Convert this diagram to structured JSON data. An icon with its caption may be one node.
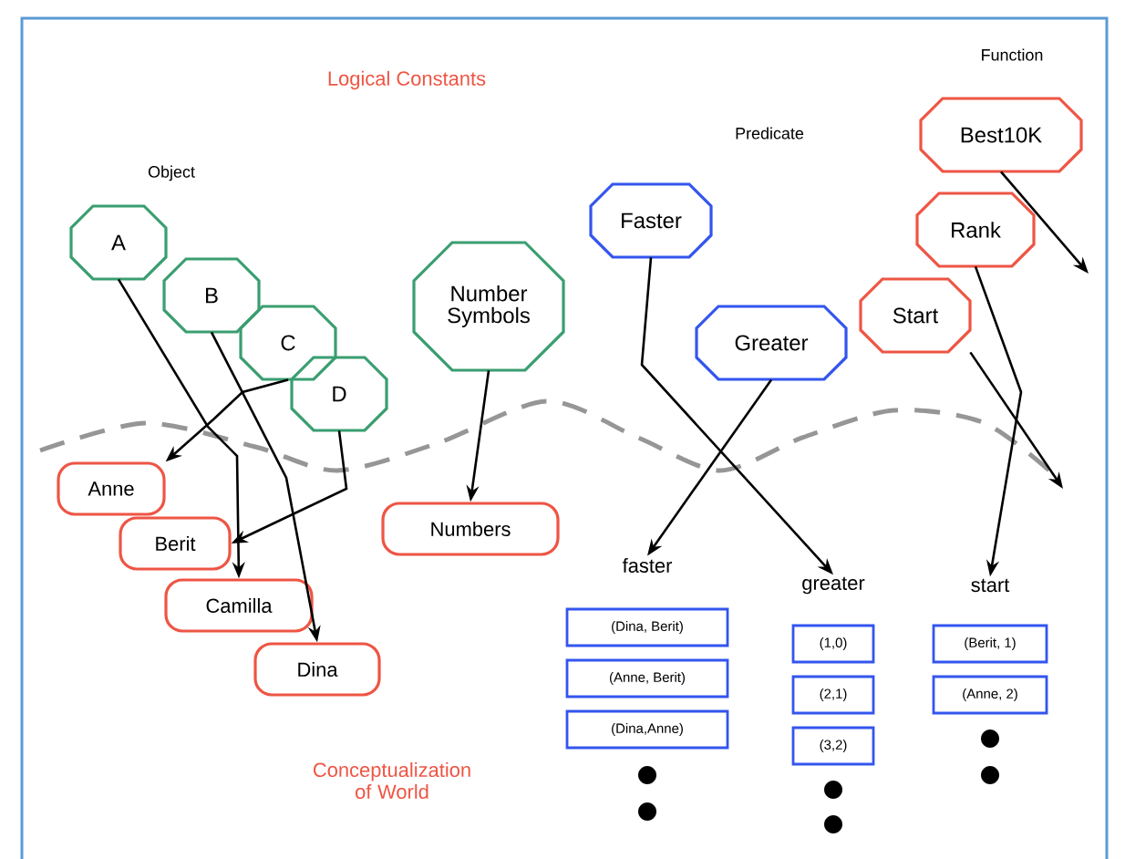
{
  "diagram": {
    "nodes": [
      {
        "text": [
          "A"
        ]
      },
      {
        "text": [
          "B"
        ]
      },
      {
        "text": [
          "C"
        ]
      },
      {
        "text": [
          "D"
        ]
      },
      {
        "text": [
          "Number Symbols"
        ]
      },
      {
        "text": [
          "Faster"
        ]
      },
      {
        "text": [
          "Greater"
        ]
      },
      {
        "text": [
          "Best10K"
        ]
      },
      {
        "text": [
          "Rank"
        ]
      },
      {
        "text": [
          "Start"
        ]
      },
      {
        "text": [
          "Anne"
        ]
      },
      {
        "text": [
          "Berit"
        ]
      },
      {
        "text": [
          "Camilla"
        ]
      },
      {
        "text": [
          "Dina"
        ]
      },
      {
        "text": [
          "Numbers"
        ]
      },
      {
        "text": [
          "faster"
        ]
      },
      {
        "text": [
          "greater"
        ]
      },
      {
        "text": [
          "start"
        ]
      },
      {
        "text": [
          "(Dina, Berit)"
        ]
      },
      {
        "text": [
          "(Anne, Berit)"
        ]
      },
      {
        "text": [
          "(Dina,Anne)"
        ]
      },
      {
        "text": [
          "(1,0)"
        ]
      },
      {
        "text": [
          "(2,1)"
        ]
      },
      {
        "text": [
          "(3,2)"
        ]
      },
      {
        "text": [
          "(Berit, 1)"
        ]
      },
      {
        "text": [
          "(Anne, 2)"
        ]
      }
    ],
    "edges": [
      {
        "from": 0,
        "to": 12,
        "arrow": "to"
      },
      {
        "from": 1,
        "to": 13,
        "arrow": "to"
      },
      {
        "from": 2,
        "to": 10,
        "arrow": "to"
      },
      {
        "from": 3,
        "to": 11,
        "arrow": "to"
      },
      {
        "from": 4,
        "to": 14,
        "arrow": "to"
      },
      {
        "from": 5,
        "to": 16,
        "arrow": "to"
      },
      {
        "from": 6,
        "to": 15,
        "arrow": "to"
      },
      {
        "from": 7,
        "to": null,
        "arrow": "to"
      },
      {
        "from": 8,
        "to": 17,
        "arrow": "to"
      },
      {
        "from": 9,
        "to": null,
        "arrow": "to"
      }
    ],
    "labels": [
      "Logical Constants",
      "Object",
      "Predicate",
      "Function",
      "Conceptualization of World"
    ]
  }
}
